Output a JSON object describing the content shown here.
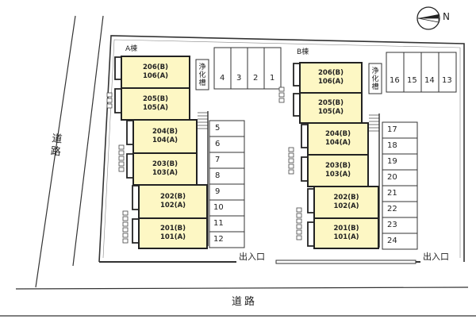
{
  "compass_label": "N",
  "buildings": [
    {
      "label": "A棟",
      "units": [
        {
          "top": "206(B)",
          "bottom": "106(A)"
        },
        {
          "top": "205(B)",
          "bottom": "105(A)"
        },
        {
          "top": "204(B)",
          "bottom": "104(A)"
        },
        {
          "top": "203(B)",
          "bottom": "103(A)"
        },
        {
          "top": "202(B)",
          "bottom": "102(A)"
        },
        {
          "top": "201(B)",
          "bottom": "101(A)"
        }
      ],
      "septic_tank": "浄化槽",
      "top_parking": [
        "4",
        "3",
        "2",
        "1"
      ],
      "side_parking": [
        "5",
        "6",
        "7",
        "8",
        "9",
        "10",
        "11",
        "12"
      ]
    },
    {
      "label": "B棟",
      "units": [
        {
          "top": "206(B)",
          "bottom": "106(A)"
        },
        {
          "top": "205(B)",
          "bottom": "105(A)"
        },
        {
          "top": "204(B)",
          "bottom": "104(A)"
        },
        {
          "top": "203(B)",
          "bottom": "103(A)"
        },
        {
          "top": "202(B)",
          "bottom": "102(A)"
        },
        {
          "top": "201(B)",
          "bottom": "101(A)"
        }
      ],
      "septic_tank": "浄化槽",
      "top_parking": [
        "16",
        "15",
        "14",
        "13"
      ],
      "side_parking": [
        "17",
        "18",
        "19",
        "20",
        "21",
        "22",
        "23",
        "24"
      ]
    }
  ],
  "entrances": [
    "出入口",
    "出入口"
  ],
  "roads": {
    "left": "道路",
    "bottom": "道路"
  }
}
